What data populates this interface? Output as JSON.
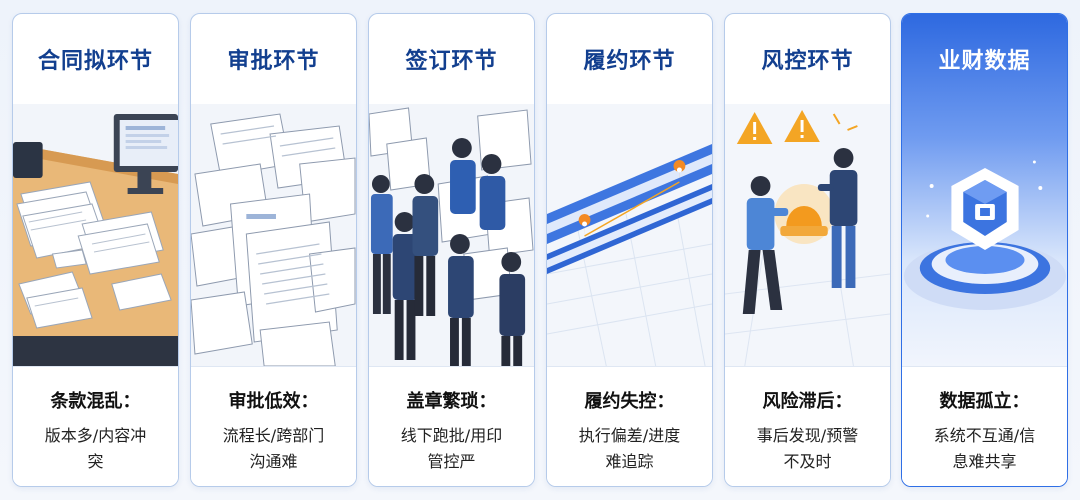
{
  "stages": [
    {
      "title": "合同拟环节",
      "problem": "条款混乱：",
      "desc": "版本多/内容冲突"
    },
    {
      "title": "审批环节",
      "problem": "审批低效：",
      "desc": "流程长/跨部门沟通难"
    },
    {
      "title": "签订环节",
      "problem": "盖章繁琐：",
      "desc": "线下跑批/用印管控严"
    },
    {
      "title": "履约环节",
      "problem": "履约失控：",
      "desc": "执行偏差/进度难追踪"
    },
    {
      "title": "风控环节",
      "problem": "风险滞后：",
      "desc": "事后发现/预警不及时"
    },
    {
      "title": "业财数据",
      "problem": "数据孤立：",
      "desc": "系统不互通/信息难共享"
    }
  ],
  "colors": {
    "title_blue": "#123f8f",
    "accent_blue": "#2f6fe6",
    "warning_orange": "#f3a524",
    "card_border": "#b6cbea"
  },
  "icons": [
    "computer-monitor-icon",
    "paper-stack-icon",
    "businessman-icon",
    "location-pin-icon",
    "warning-triangle-icon",
    "alarm-light-icon",
    "data-cube-icon"
  ]
}
